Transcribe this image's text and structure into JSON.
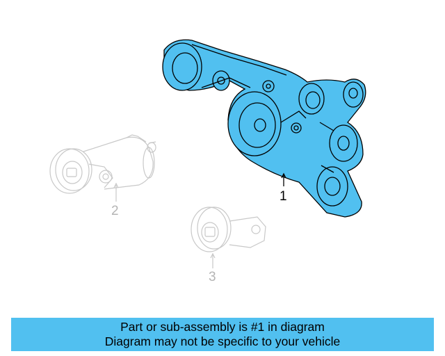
{
  "callouts": {
    "part1": "1",
    "part2": "2",
    "part3": "3"
  },
  "banner": {
    "line1": "Part or sub-assembly is #1 in diagram",
    "line2": "Diagram may not be specific to your vehicle"
  },
  "colors": {
    "highlight": "#51c0f0",
    "ghost_line": "#c8c8c8",
    "ghost_text": "#b4b4b4",
    "banner_bg": "#51c0f0"
  },
  "icons": [
    "serpentine-belt-assembly",
    "belt-tensioner",
    "idler-pulley"
  ]
}
